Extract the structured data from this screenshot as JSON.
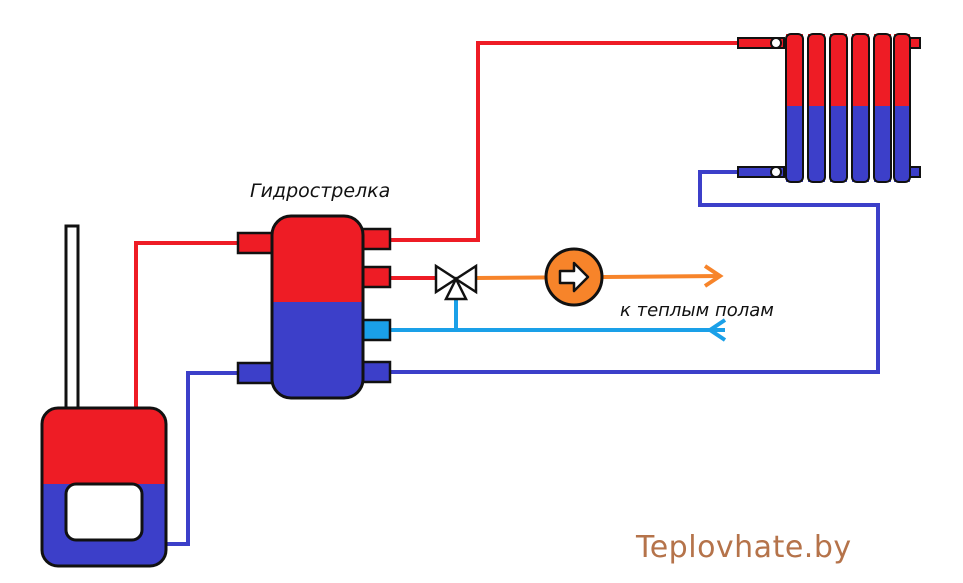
{
  "labels": {
    "hydro_separator": "Гидрострелка",
    "to_floor_heating": "к теплым полам",
    "watermark": "Teplovhate.by"
  },
  "colors": {
    "hot": "#ee1c25",
    "cold": "#3c3fc9",
    "floor_supply": "#f7842a",
    "floor_return": "#1aa0e8",
    "outline": "#111111",
    "brand": "#b5734a"
  }
}
